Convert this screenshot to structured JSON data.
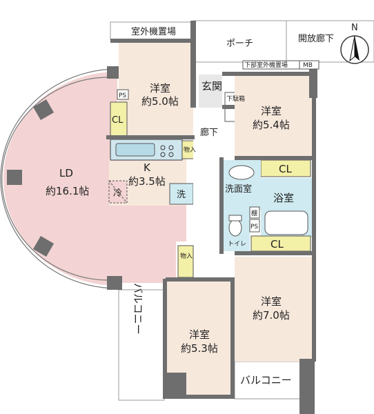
{
  "rooms": {
    "ld": {
      "name": "LD",
      "size": "約16.1帖"
    },
    "kitchen": {
      "name": "K",
      "size": "約3.5帖"
    },
    "western_top": {
      "name": "洋室",
      "size": "約5.0帖"
    },
    "western_right": {
      "name": "洋室",
      "size": "約5.4帖"
    },
    "western_lower_right": {
      "name": "洋室",
      "size": "約7.0帖"
    },
    "western_bottom": {
      "name": "洋室",
      "size": "約5.3帖"
    }
  },
  "labels": {
    "outdoor_unit_top": "室外機置場",
    "porch": "ポーチ",
    "open_corridor": "開放廊下",
    "lower_outdoor_unit": "下部室外機置場",
    "mb": "MB",
    "entrance": "玄関",
    "shoe_box": "下駄箱",
    "hallway": "廊下",
    "cl_top": "CL",
    "cl_right": "CL",
    "cl_lower": "CL",
    "ps_top": "PS",
    "ps_right": "PS",
    "storage_kitchen": "物入",
    "storage_hall": "物入",
    "washroom": "洗面室",
    "bath": "浴室",
    "toilet": "トイレ",
    "shelf": "棚",
    "fridge": "冷",
    "washer": "洗",
    "balcony_left": "バルコニー",
    "balcony_right": "バルコニー",
    "north": "N"
  },
  "compass": {
    "direction": "north"
  }
}
